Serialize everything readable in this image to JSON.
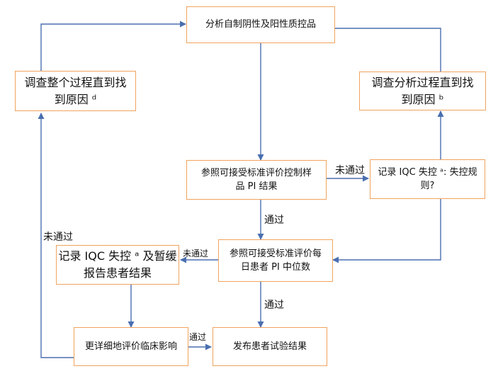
{
  "colors": {
    "box_border": "#f0a35e",
    "arrow": "#4a6fb0"
  },
  "nodes": {
    "analyze": {
      "text": "分析自制阴性及阳性质控品"
    },
    "investigate_all": {
      "line1": "调查整个过程直到找",
      "line2": "到原因 ᵈ"
    },
    "investigate_analysis": {
      "line1": "调查分析过程直到找",
      "line2": "到原因 ᵇ"
    },
    "refer_control": {
      "line1": "参照可接受标准评价控制样",
      "line2": "品 PI 结果"
    },
    "record_iqc": {
      "line1": "记录 IQC 失控 ᵃ: 失控规",
      "line2": "则?"
    },
    "refer_median": {
      "line1": "参照可接受标准评价每",
      "line2": "日患者 PI 中位数"
    },
    "record_hold": {
      "line1": "记录 IQC 失控 ᵃ 及暂缓",
      "line2": "报告患者结果"
    },
    "detailed_eval": {
      "text": "更详细地评价临床影响"
    },
    "release": {
      "text": "发布患者试验结果"
    }
  },
  "edge_labels": {
    "fail_right": "未通过",
    "pass_down_1": "通过",
    "fail_left_mid": "未通过",
    "fail_left_up": "未通过",
    "pass_down_2": "通过",
    "pass_right": "通过"
  }
}
